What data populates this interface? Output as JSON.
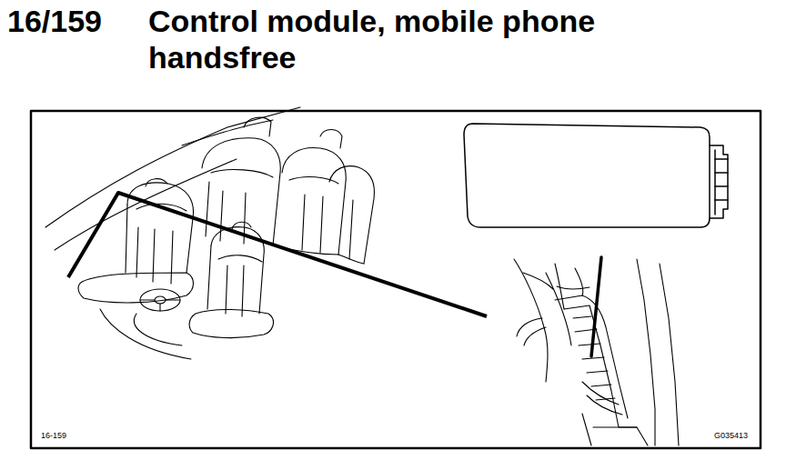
{
  "diagram": {
    "title": "Control module, mobile phone handsfree",
    "labels": [
      "16/159",
      "16-159",
      "G035413"
    ]
  }
}
